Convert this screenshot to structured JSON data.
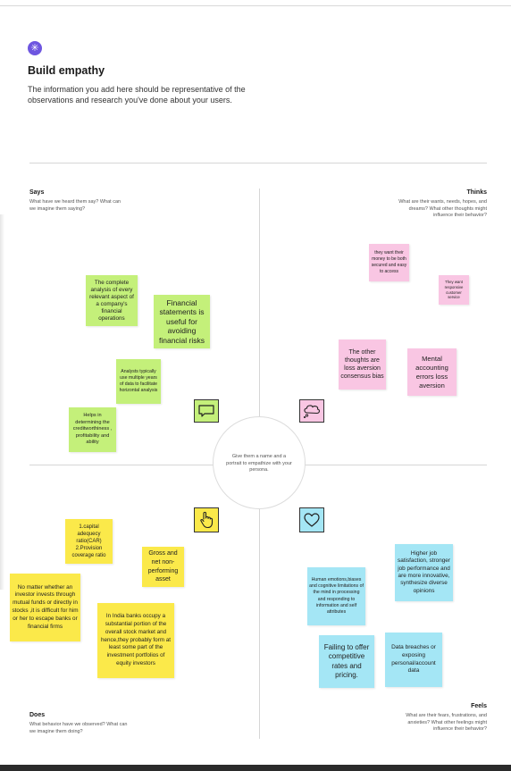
{
  "header": {
    "badge_glyph": "✳",
    "title": "Build empathy",
    "description": "The information you add here should be representative of the observations and research you've done about your users."
  },
  "center": {
    "text": "Give them a name and a portrait to empathize with your persona."
  },
  "quadrants": {
    "says": {
      "title": "Says",
      "subtitle": "What have we heard them say? What can we imagine them saying?"
    },
    "thinks": {
      "title": "Thinks",
      "subtitle": "What are their wants, needs, hopes, and dreams? What other thoughts might influence their behavior?"
    },
    "does": {
      "title": "Does",
      "subtitle": "What behavior have we observed? What can we imagine them doing?"
    },
    "feels": {
      "title": "Feels",
      "subtitle": "What are their fears, frustrations, and anxieties? What other feelings might influence their behavior?"
    }
  },
  "icons": {
    "says": "speech-bubble-icon",
    "thinks": "thought-bubble-icon",
    "does": "pointer-hand-icon",
    "feels": "heart-icon"
  },
  "colors": {
    "accent": "#6e56e0",
    "green": "#c4f07a",
    "pink": "#f9c6e3",
    "yellow": "#fbe94a",
    "blue": "#a4e6f5"
  },
  "notes": {
    "says": [
      "The complete analysis of every relevant aspect of a company's financial operations",
      "Financial statements is useful for avoiding financial risks",
      "Analysts typically use multiple years of data to facilitate horizontal analysis",
      "Helps in determining the creditworthiness , profitability and ability"
    ],
    "thinks": [
      "they want their money to be both secured and easy to access",
      "They want responsive customer service",
      "The other thoughts are loss aversion consensus bias",
      "Mental accounting errors loss aversion"
    ],
    "does": [
      "1.capital adequecy ratio(CAR) 2.Provision coverage ratio",
      "Gross and net non-performing asset",
      "No matter whether an investor invests through mutual funds or directly in stocks ,it is difficult for him or her to escape banks or financial firms",
      "In India banks occupy a substantial portion of the overall stock market and hence,they probably form at least some part of the investment portfolios of equity investors"
    ],
    "feels": [
      "Higher job satisfaction, stronger job performance and are more innovative, synthesize diverse opinions",
      "Human emotions,biases and cognitive limitations of the mind in processing and responding to information and self attributes",
      "Failing to offer competitive rates and pricing.",
      "Data breaches or exposing personal/account data"
    ]
  }
}
